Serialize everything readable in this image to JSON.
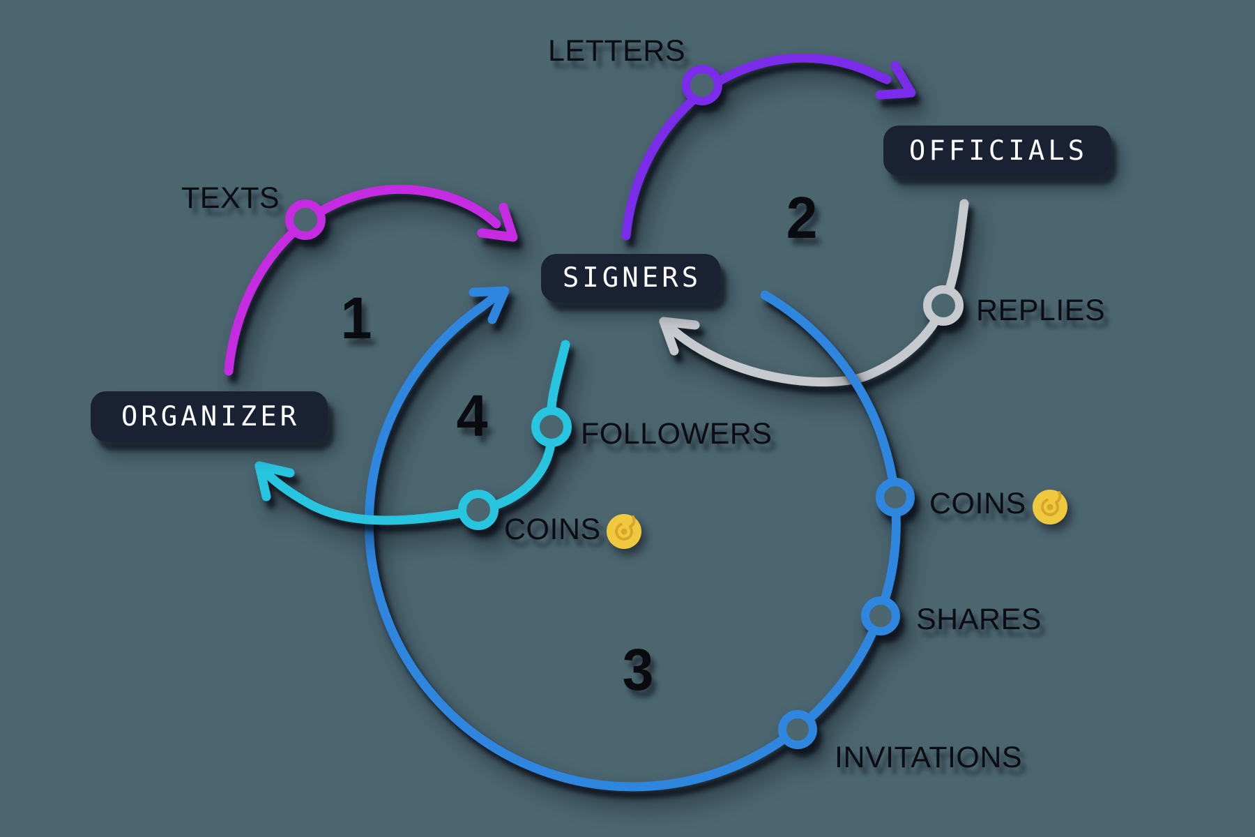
{
  "title": "engagement-flow-diagram",
  "colors": {
    "bg": "#4C6670",
    "magenta": "#C52BE1",
    "purple": "#7B2CEA",
    "gray": "#C6C9CE",
    "blue": "#2E86DE",
    "cyan": "#27C5DF",
    "badge_bg": "#1A2132",
    "badge_text": "#FFFFFF",
    "label": "#0B0D12",
    "coin_gold": "#F0C93F",
    "coin_detail": "#D7A62A"
  },
  "badges": {
    "organizer": "ORGANIZER",
    "signers": "SIGNERS",
    "officials": "OFFICIALS"
  },
  "step_numbers": {
    "step1": "1",
    "step2": "2",
    "step3": "3",
    "step4": "4"
  },
  "labels": {
    "texts": "TEXTS",
    "letters": "LETTERS",
    "replies": "REPLIES",
    "followers": "FOLLOWERS",
    "coins_step4": "COINS",
    "coins_step3": "COINS",
    "shares": "SHARES",
    "invitations": "INVITATIONS"
  },
  "icons": {
    "coin": "gold-spiral-coin"
  }
}
